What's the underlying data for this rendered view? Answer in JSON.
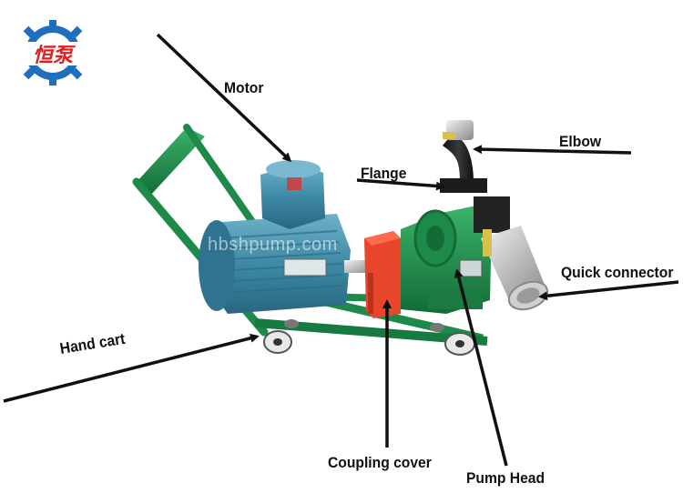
{
  "labels": {
    "motor": "Motor",
    "flange": "Flange",
    "elbow": "Elbow",
    "quick_connector": "Quick connector",
    "hand_cart": "Hand cart",
    "coupling_cover": "Coupling cover",
    "pump_head": "Pump Head"
  },
  "watermark": "hbshpump.com",
  "logo": {
    "text": "恒泵",
    "gear_color": "#1f6fbf",
    "text_color": "#e02020"
  },
  "colors": {
    "motor_body": "#3e8aa6",
    "pump_green": "#1e8a4a",
    "coupling_orange": "#e8462a",
    "arrow": "#111111"
  }
}
